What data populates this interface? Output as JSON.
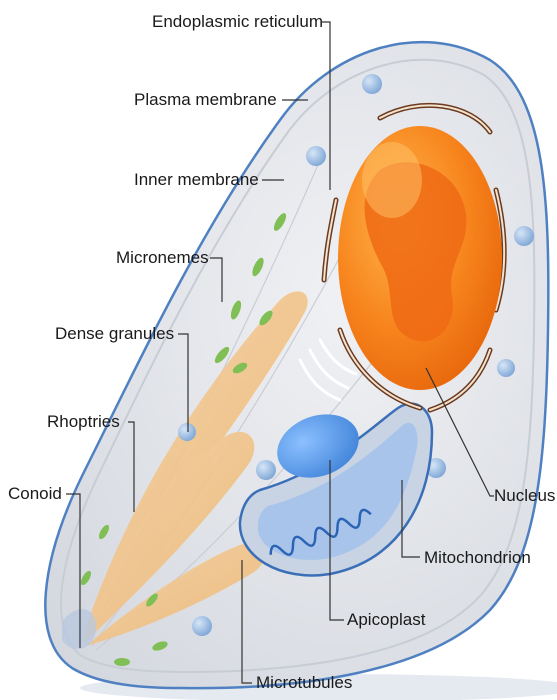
{
  "diagram": {
    "labels": {
      "endoplasmic_reticulum": "Endoplasmic reticulum",
      "plasma_membrane": "Plasma membrane",
      "inner_membrane": "Inner membrane",
      "micronemes": "Micronemes",
      "dense_granules": "Dense granules",
      "rhoptries": "Rhoptries",
      "conoid": "Conoid",
      "nucleus": "Nucleus",
      "mitochondrion": "Mitochondrion",
      "apicoplast": "Apicoplast",
      "microtubules": "Microtubules"
    },
    "colors": {
      "cell_fill": "#e3e5ea",
      "outline": "#4f81c2",
      "nucleus": "#f7841d",
      "nucleolus": "#e85a10",
      "er": "#6b3a1e",
      "rhoptries": "#f2c48a",
      "micronemes": "#7fbf55",
      "apicoplast": "#4a8ee0",
      "mitochondrion": "#3a6fb8",
      "granules": "#8fb3de"
    }
  }
}
